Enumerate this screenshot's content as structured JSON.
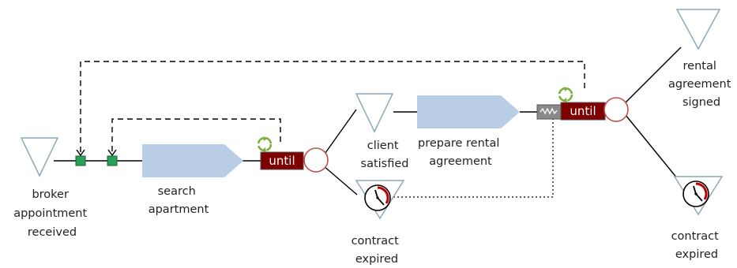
{
  "nodes": {
    "broker_event": {
      "label_lines": [
        "broker",
        "appointment",
        "received"
      ]
    },
    "search_activity": {
      "label_lines": [
        "search",
        "apartment"
      ]
    },
    "client_event": {
      "label_lines": [
        "client",
        "satisfied"
      ]
    },
    "prepare_activity": {
      "label_lines": [
        "prepare rental",
        "agreement"
      ]
    },
    "contract_expired_1": {
      "label_lines": [
        "contract",
        "expired"
      ]
    },
    "rental_signed_event": {
      "label_lines": [
        "rental",
        "agreement",
        "signed"
      ]
    },
    "contract_expired_2": {
      "label_lines": [
        "contract",
        "expired"
      ]
    }
  },
  "loops": {
    "loop_1": {
      "label": "until"
    },
    "loop_2": {
      "label": "until"
    }
  },
  "colors": {
    "activity_fill": "#b9cde5",
    "event_stroke": "#8fa9b6",
    "event_fill": "#ffffff",
    "until_fill": "#7f0000",
    "connector_stroke": "#c0504d",
    "connector_box_fill": "#2ca05a",
    "timer_stroke": "#c00000",
    "repeat_icon": "#7fb03a",
    "line": "#000000"
  },
  "icons": {
    "repeat": "repeat-icon",
    "clock": "clock-icon",
    "wave": "wave-icon"
  }
}
